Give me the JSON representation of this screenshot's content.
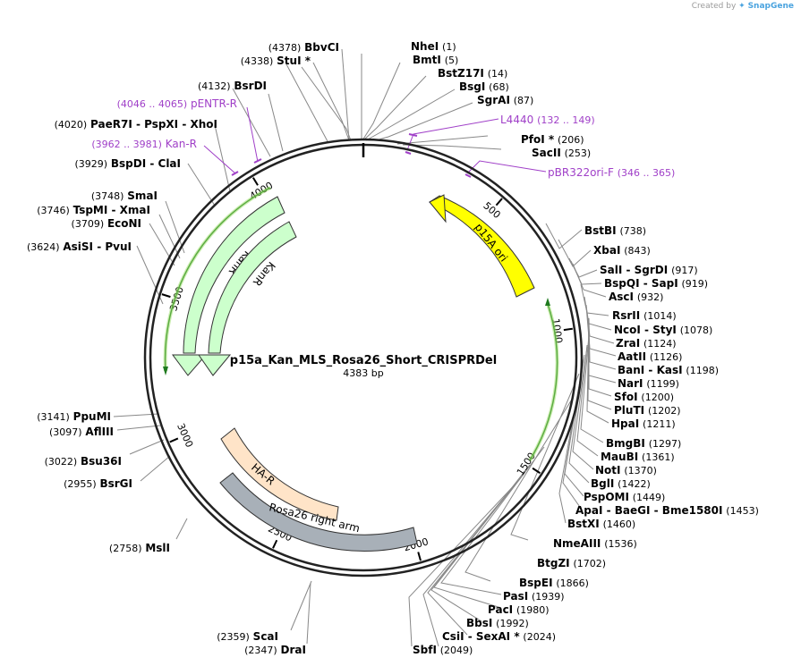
{
  "app": {
    "created_by": "Created by",
    "brand": "SnapGene"
  },
  "plasmid": {
    "name": "p15a_Kan_MLS_Rosa26_Short_CRISPRDel",
    "length_label": "4383 bp",
    "length": 4383
  },
  "ticks": [
    {
      "label": "500",
      "pos": 500
    },
    {
      "label": "1000",
      "pos": 1000
    },
    {
      "label": "1500",
      "pos": 1500
    },
    {
      "label": "2000",
      "pos": 2000
    },
    {
      "label": "2500",
      "pos": 2500
    },
    {
      "label": "3000",
      "pos": 3000
    },
    {
      "label": "3500",
      "pos": 3500
    },
    {
      "label": "4000",
      "pos": 4000
    }
  ],
  "features": [
    {
      "label": "p15A ori",
      "color": "#ffff00"
    },
    {
      "label": "KanR",
      "color": "#ccffcc"
    },
    {
      "label": "KanR",
      "color": "#ccffcc"
    },
    {
      "label": "HA-R",
      "color": "#ffe4c8"
    },
    {
      "label": "Rosa26 right arm",
      "color": "#a8b0b8"
    }
  ],
  "sites": [
    {
      "name": "NheI",
      "pos_text": "(1)"
    },
    {
      "name": "BmtI",
      "pos_text": "(5)"
    },
    {
      "name": "BstZ17I",
      "pos_text": "(14)"
    },
    {
      "name": "BsgI",
      "pos_text": "(68)"
    },
    {
      "name": "SgrAI",
      "pos_text": "(87)"
    },
    {
      "name": "PfoI *",
      "pos_text": "(206)"
    },
    {
      "name": "SacII",
      "pos_text": "(253)"
    },
    {
      "name": "BstBI",
      "pos_text": "(738)"
    },
    {
      "name": "XbaI",
      "pos_text": "(843)"
    },
    {
      "name": "SalI - SgrDI",
      "pos_text": "(917)"
    },
    {
      "name": "BspQI - SapI",
      "pos_text": "(919)"
    },
    {
      "name": "AscI",
      "pos_text": "(932)"
    },
    {
      "name": "RsrII",
      "pos_text": "(1014)"
    },
    {
      "name": "NcoI - StyI",
      "pos_text": "(1078)"
    },
    {
      "name": "ZraI",
      "pos_text": "(1124)"
    },
    {
      "name": "AatII",
      "pos_text": "(1126)"
    },
    {
      "name": "BanI - KasI",
      "pos_text": "(1198)"
    },
    {
      "name": "NarI",
      "pos_text": "(1199)"
    },
    {
      "name": "SfoI",
      "pos_text": "(1200)"
    },
    {
      "name": "PluTI",
      "pos_text": "(1202)"
    },
    {
      "name": "HpaI",
      "pos_text": "(1211)"
    },
    {
      "name": "BmgBI",
      "pos_text": "(1297)"
    },
    {
      "name": "MauBI",
      "pos_text": "(1361)"
    },
    {
      "name": "NotI",
      "pos_text": "(1370)"
    },
    {
      "name": "BglI",
      "pos_text": "(1422)"
    },
    {
      "name": "PspOMI",
      "pos_text": "(1449)"
    },
    {
      "name": "ApaI - BaeGI - Bme1580I",
      "pos_text": "(1453)"
    },
    {
      "name": "BstXI",
      "pos_text": "(1460)"
    },
    {
      "name": "NmeAIII",
      "pos_text": "(1536)"
    },
    {
      "name": "BtgZI",
      "pos_text": "(1702)"
    },
    {
      "name": "BspEI",
      "pos_text": "(1866)"
    },
    {
      "name": "PasI",
      "pos_text": "(1939)"
    },
    {
      "name": "PacI",
      "pos_text": "(1980)"
    },
    {
      "name": "BbsI",
      "pos_text": "(1992)"
    },
    {
      "name": "CsiI - SexAI *",
      "pos_text": "(2024)"
    },
    {
      "name": "SbfI",
      "pos_text": "(2049)"
    },
    {
      "name": "DraI",
      "pos_text": "(2347)"
    },
    {
      "name": "ScaI",
      "pos_text": "(2359)"
    },
    {
      "name": "MslI",
      "pos_text": "(2758)"
    },
    {
      "name": "BsrGI",
      "pos_text": "(2955)"
    },
    {
      "name": "Bsu36I",
      "pos_text": "(3022)"
    },
    {
      "name": "AflIII",
      "pos_text": "(3097)"
    },
    {
      "name": "PpuMI",
      "pos_text": "(3141)"
    },
    {
      "name": "AsiSI - PvuI",
      "pos_text": "(3624)"
    },
    {
      "name": "EcoNI",
      "pos_text": "(3709)"
    },
    {
      "name": "TspMI - XmaI",
      "pos_text": "(3746)"
    },
    {
      "name": "SmaI",
      "pos_text": "(3748)"
    },
    {
      "name": "BspDI - ClaI",
      "pos_text": "(3929)"
    },
    {
      "name": "PaeR7I - PspXI - XhoI",
      "pos_text": "(4020)"
    },
    {
      "name": "BsrDI",
      "pos_text": "(4132)"
    },
    {
      "name": "StuI *",
      "pos_text": "(4338)"
    },
    {
      "name": "BbvCI",
      "pos_text": "(4378)"
    }
  ],
  "primers": [
    {
      "name": "L4440",
      "range": "(132 .. 149)"
    },
    {
      "name": "pBR322ori-F",
      "range": "(346 .. 365)"
    },
    {
      "name": "pENTR-R",
      "range": "(4046 .. 4065)"
    },
    {
      "name": "Kan-R",
      "range": "(3962 .. 3981)"
    }
  ]
}
